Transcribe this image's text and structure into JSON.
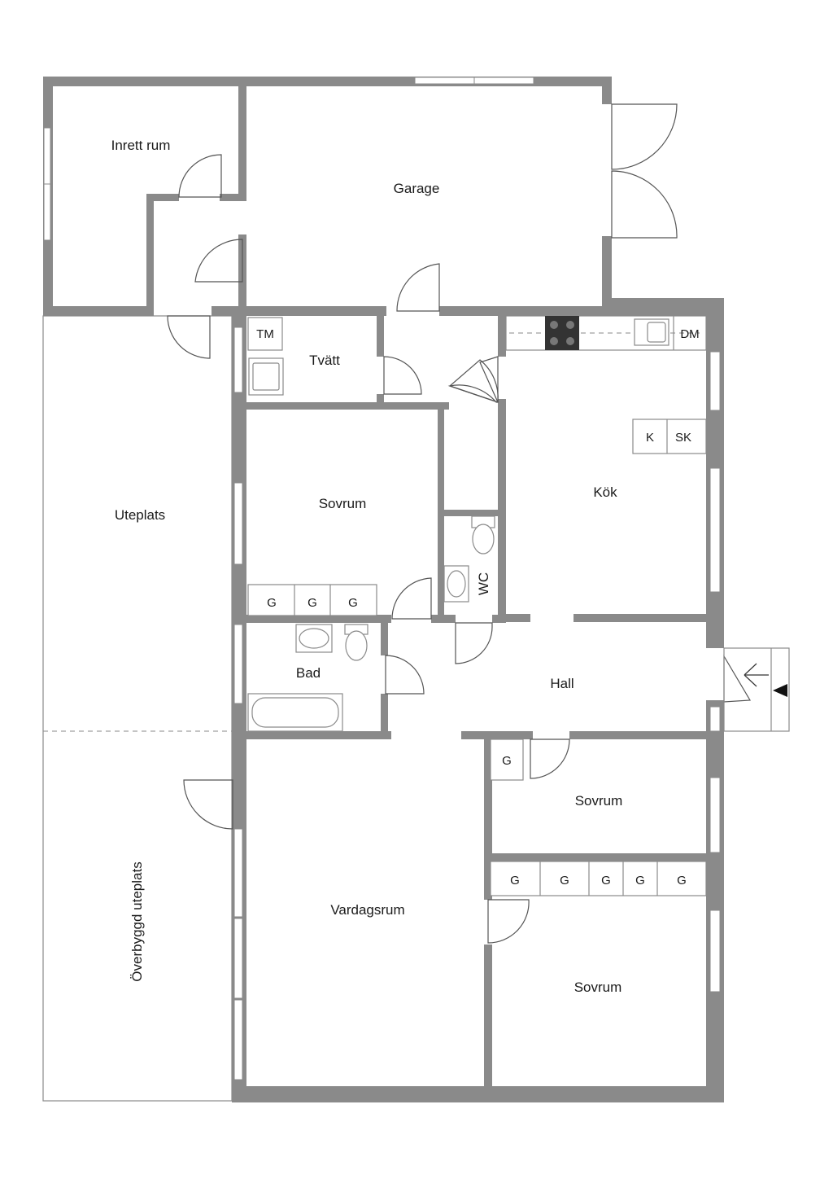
{
  "rooms": {
    "inrett_rum": "Inrett rum",
    "garage": "Garage",
    "tvatt": "Tvätt",
    "uteplats": "Uteplats",
    "sovrum_1": "Sovrum",
    "kok": "Kök",
    "wc": "WC",
    "bad": "Bad",
    "hall": "Hall",
    "sovrum_2": "Sovrum",
    "vardagsrum": "Vardagsrum",
    "sovrum_3": "Sovrum",
    "overbyggd_uteplats": "Överbyggd uteplats"
  },
  "fixtures": {
    "tm": "TM",
    "dm": "DM",
    "k": "K",
    "sk": "SK",
    "g": "G"
  },
  "colors": {
    "wall": "#8a8a8a",
    "stove": "#333333"
  }
}
